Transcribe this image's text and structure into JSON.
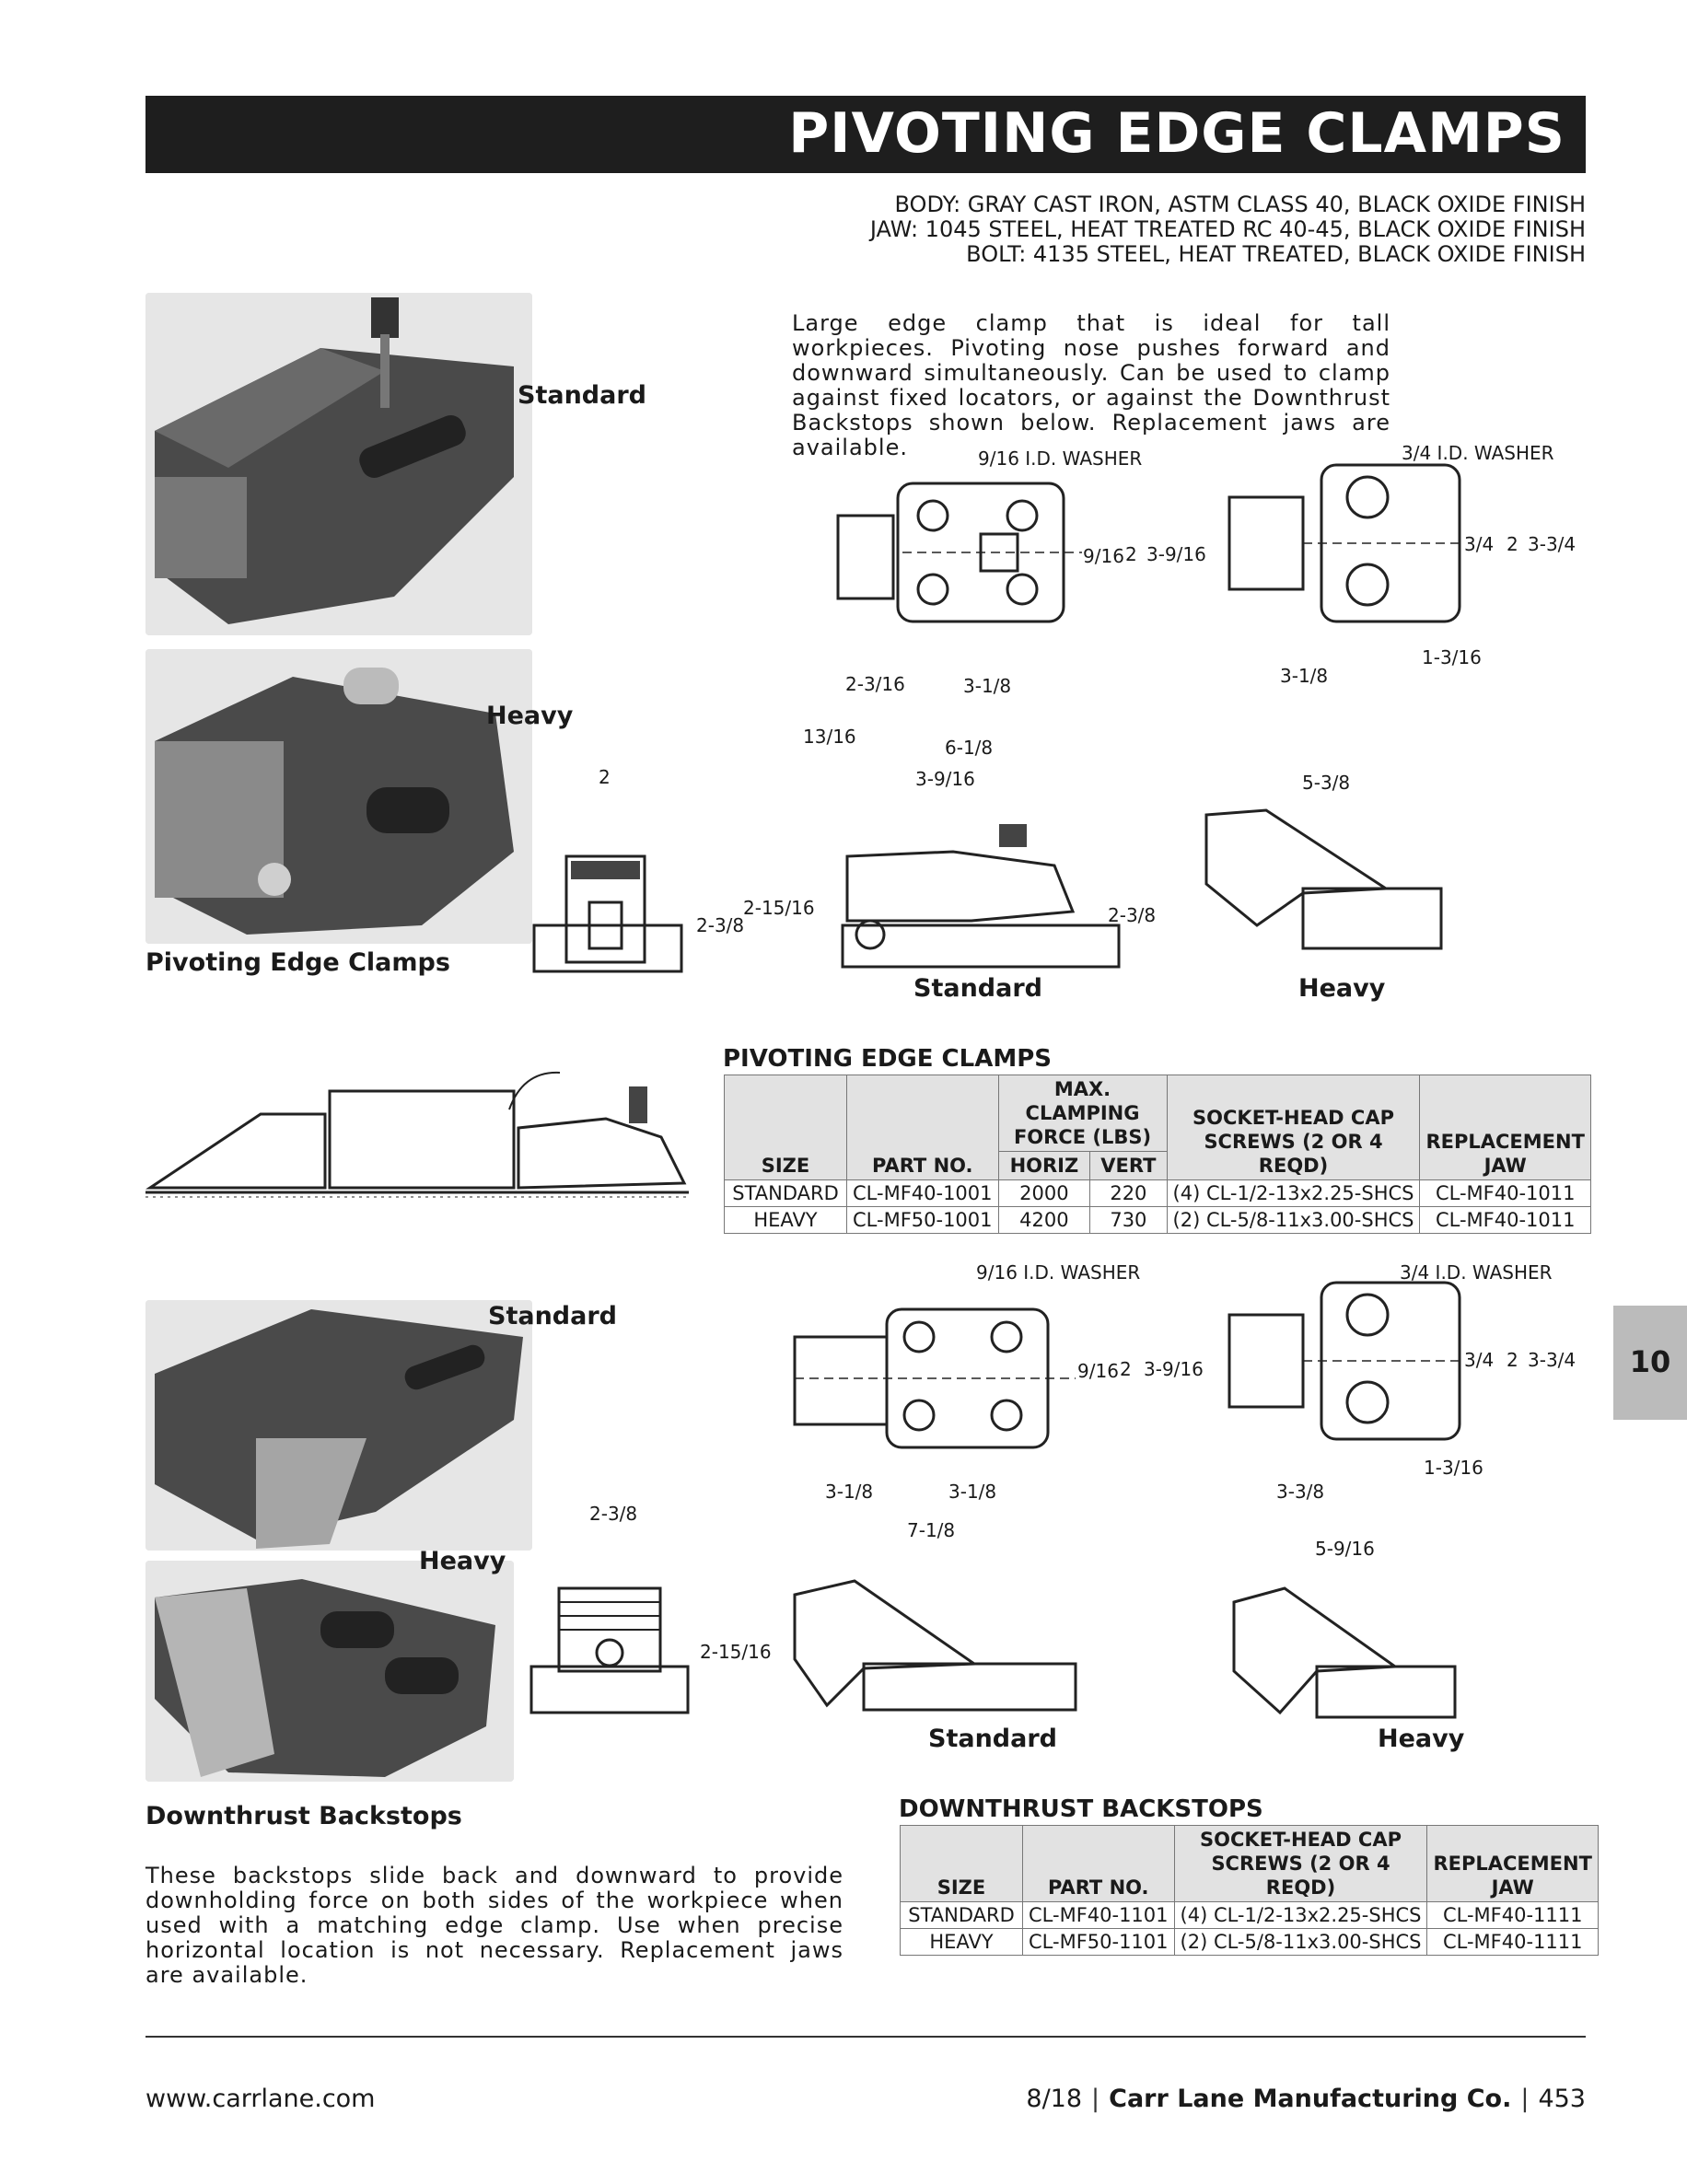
{
  "header": {
    "title": "PIVOTING EDGE CLAMPS",
    "specs": [
      "BODY: GRAY CAST IRON, ASTM CLASS 40, BLACK OXIDE FINISH",
      "JAW: 1045 STEEL, HEAT TREATED RC 40-45, BLACK OXIDE FINISH",
      "BOLT: 4135 STEEL, HEAT TREATED, BLACK OXIDE FINISH"
    ]
  },
  "clamps": {
    "description": "Large edge clamp that is ideal for tall workpieces. Pivoting nose pushes forward and downward simultaneously. Can be used to clamp against fixed locators, or against the Downthrust Backstops shown below. Replacement jaws are available.",
    "photo_labels": {
      "standard": "Standard",
      "heavy": "Heavy",
      "caption": "Pivoting Edge Clamps"
    },
    "drawing_labels": {
      "standard": "Standard",
      "heavy": "Heavy"
    },
    "dims": {
      "washer_std": "9/16 I.D. WASHER",
      "washer_heavy": "3/4 I.D. WASHER",
      "d_9_16": "9/16",
      "d_2": "2",
      "d_3_9_16": "3-9/16",
      "d_3_4": "3/4",
      "d_2b": "2",
      "d_3_3_4": "3-3/4",
      "d_2_3_16": "2-3/16",
      "d_3_1_8": "3-1/8",
      "d_3_1_8b": "3-1/8",
      "d_1_3_16": "1-3/16",
      "d_13_16": "13/16",
      "d_6_1_8": "6-1/8",
      "d_3_9_16b": "3-9/16",
      "d_5_3_8": "5-3/8",
      "d_2c": "2",
      "d_2_15_16": "2-15/16",
      "d_2_3_8": "2-3/8",
      "d_2_3_8b": "2-3/8"
    },
    "table": {
      "title": "PIVOTING EDGE CLAMPS",
      "headers": {
        "size": "SIZE",
        "part": "PART NO.",
        "force": "MAX. CLAMPING FORCE (LBS)",
        "horiz": "HORIZ",
        "vert": "VERT",
        "screws": "SOCKET-HEAD CAP SCREWS (2 OR 4 REQD)",
        "jaw": "REPLACEMENT JAW"
      },
      "rows": [
        {
          "size": "STANDARD",
          "part": "CL-MF40-1001",
          "horiz": "2000",
          "vert": "220",
          "screws": "(4) CL-1/2-13x2.25-SHCS",
          "jaw": "CL-MF40-1011"
        },
        {
          "size": "HEAVY",
          "part": "CL-MF50-1001",
          "horiz": "4200",
          "vert": "730",
          "screws": "(2) CL-5/8-11x3.00-SHCS",
          "jaw": "CL-MF40-1011"
        }
      ]
    }
  },
  "backstops": {
    "photo_labels": {
      "standard": "Standard",
      "heavy": "Heavy",
      "caption": "Downthrust Backstops"
    },
    "drawing_labels": {
      "standard": "Standard",
      "heavy": "Heavy"
    },
    "description": "These backstops slide back and downward to provide downholding force on both sides of the workpiece when used with a matching edge clamp. Use when precise horizontal location is not necessary. Replacement jaws are available.",
    "dims": {
      "washer_std": "9/16 I.D. WASHER",
      "washer_heavy": "3/4 I.D. WASHER",
      "d_9_16": "9/16",
      "d_2": "2",
      "d_3_9_16": "3-9/16",
      "d_3_4": "3/4",
      "d_2b": "2",
      "d_3_3_4": "3-3/4",
      "d_3_1_8": "3-1/8",
      "d_3_1_8b": "3-1/8",
      "d_3_3_8": "3-3/8",
      "d_1_3_16": "1-3/16",
      "d_2_3_8": "2-3/8",
      "d_7_1_8": "7-1/8",
      "d_5_9_16": "5-9/16",
      "d_2_15_16": "2-15/16"
    },
    "table": {
      "title": "DOWNTHRUST BACKSTOPS",
      "headers": {
        "size": "SIZE",
        "part": "PART NO.",
        "screws": "SOCKET-HEAD CAP SCREWS (2 OR 4 REQD)",
        "jaw": "REPLACEMENT JAW"
      },
      "rows": [
        {
          "size": "STANDARD",
          "part": "CL-MF40-1101",
          "screws": "(4) CL-1/2-13x2.25-SHCS",
          "jaw": "CL-MF40-1111"
        },
        {
          "size": "HEAVY",
          "part": "CL-MF50-1101",
          "screws": "(2) CL-5/8-11x3.00-SHCS",
          "jaw": "CL-MF40-1111"
        }
      ]
    }
  },
  "tab": {
    "number": "10"
  },
  "footer": {
    "url": "www.carrlane.com",
    "date": "8/18",
    "company": "Carr Lane Manufacturing Co.",
    "page": "453"
  }
}
